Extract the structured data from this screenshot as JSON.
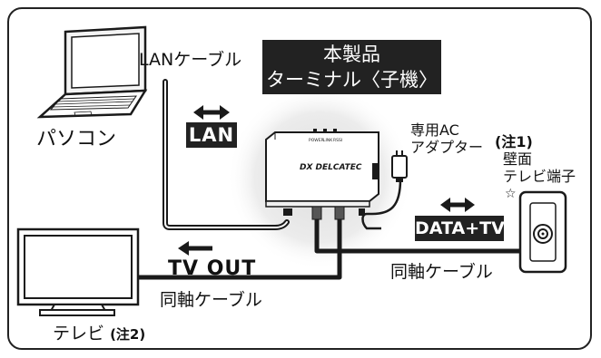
{
  "labels": {
    "lan_cable": "LANケーブル",
    "pc": "パソコン",
    "product_line1": "本製品",
    "product_line2": "ターミナル〈子機〉",
    "lan": "LAN",
    "ac_adapter_line1": "専用AC",
    "ac_adapter_line2": "アダプター",
    "note1": "(注1)",
    "wall_line1": "壁面",
    "wall_line2": "テレビ端子",
    "star": "☆",
    "data_tv": "DATA+TV",
    "tv_out": "TV OUT",
    "coax_cable_right": "同軸ケーブル",
    "coax_cable_bottom": "同軸ケーブル",
    "tv": "テレビ",
    "note2": "(注2)"
  },
  "device": {
    "brand": "DX DELCATEC",
    "led_labels": [
      "POWER",
      "LINK",
      "RSSI"
    ]
  },
  "colors": {
    "cable": "#1a1a1a",
    "box_fill": "#222222",
    "box_text": "#ffffff",
    "device_halo": "#e6e6e6"
  }
}
